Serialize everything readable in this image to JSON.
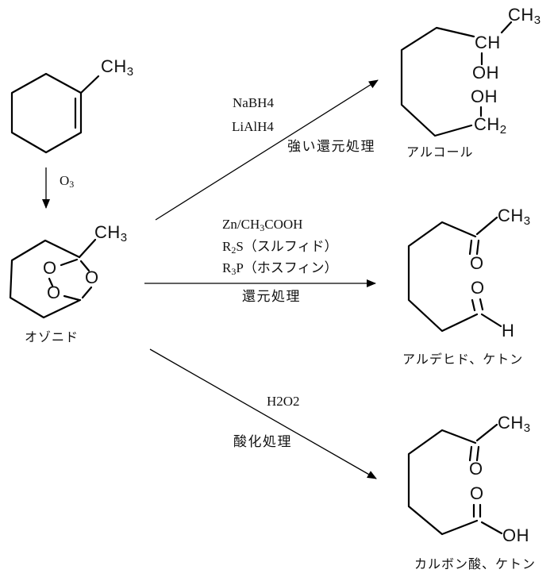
{
  "scheme_title": "ozonolysis-of-1-methylcyclohexene",
  "ink_color": "#000000",
  "background_color": "#ffffff",
  "reactant": {
    "methyl": {
      "base": "CH",
      "sub": "3"
    }
  },
  "ozonolysis_arrow": {
    "reagent": {
      "base": "O",
      "sub": "3"
    }
  },
  "ozonide": {
    "methyl": {
      "base": "CH",
      "sub": "3"
    },
    "oxygen_top": "O",
    "oxygen_bottom": "O",
    "oxygen_right": "O",
    "caption": "オゾニド"
  },
  "pathways": {
    "strong_reduction": {
      "reagent_line1": "NaBH4",
      "reagent_line2": "LiAlH4",
      "condition": "強い還元処理"
    },
    "mild_reduction": {
      "reagent_line1": {
        "pre": "Zn/CH",
        "sub": "3",
        "post": "COOH"
      },
      "reagent_line2": {
        "pre": "R",
        "sub": "2",
        "post": "S（スルフィド）"
      },
      "reagent_line3": {
        "pre": "R",
        "sub": "3",
        "post": "P（ホスフィン）"
      },
      "condition": "還元処理"
    },
    "oxidation": {
      "reagent_line1": "H2O2",
      "condition": "酸化処理"
    }
  },
  "products": {
    "alcohol": {
      "methyl": {
        "base": "CH",
        "sub": "3"
      },
      "ch": "CH",
      "oh_upper": "OH",
      "oh_lower": "OH",
      "ch2": {
        "base": "CH",
        "sub": "2"
      },
      "caption": "アルコール"
    },
    "keto_aldehyde": {
      "methyl": {
        "base": "CH",
        "sub": "3"
      },
      "ketone_o": "O",
      "aldehyde_o": "O",
      "aldehyde_h": "H",
      "caption": "アルデヒド、ケトン"
    },
    "keto_acid": {
      "methyl": {
        "base": "CH",
        "sub": "3"
      },
      "ketone_o": "O",
      "acid_o": "O",
      "acid_oh": "OH",
      "caption": "カルボン酸、ケトン"
    }
  }
}
